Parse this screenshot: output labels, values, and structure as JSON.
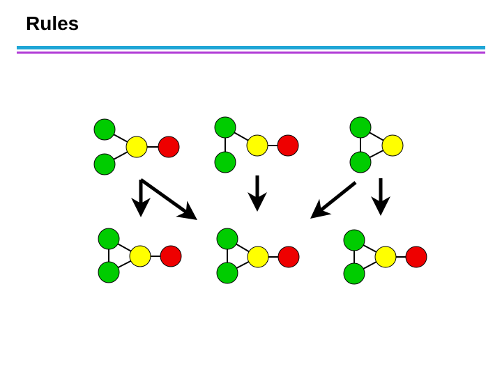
{
  "title": "Rules",
  "colors": {
    "rule_top": "#1fa6d6",
    "rule_bottom": "#b03ad6",
    "green": "#00cc00",
    "yellow": "#ffff00",
    "red": "#ee0000",
    "edge": "#000000",
    "arrow": "#000000"
  },
  "diagram": {
    "graphs": [
      {
        "id": "top-1",
        "nodes": [
          "green",
          "green",
          "yellow",
          "red"
        ],
        "edges": [
          [
            0,
            2
          ],
          [
            1,
            2
          ],
          [
            2,
            3
          ]
        ]
      },
      {
        "id": "top-2",
        "nodes": [
          "green",
          "green",
          "yellow",
          "red"
        ],
        "edges": [
          [
            0,
            1
          ],
          [
            0,
            2
          ],
          [
            2,
            3
          ]
        ]
      },
      {
        "id": "top-3",
        "nodes": [
          "green",
          "green",
          "yellow"
        ],
        "edges": [
          [
            0,
            1
          ],
          [
            0,
            2
          ],
          [
            1,
            2
          ]
        ]
      },
      {
        "id": "bottom-1",
        "nodes": [
          "green",
          "green",
          "yellow",
          "red"
        ],
        "edges": [
          [
            0,
            1
          ],
          [
            0,
            2
          ],
          [
            1,
            2
          ],
          [
            2,
            3
          ]
        ]
      },
      {
        "id": "bottom-2",
        "nodes": [
          "green",
          "green",
          "yellow",
          "red"
        ],
        "edges": [
          [
            0,
            1
          ],
          [
            0,
            2
          ],
          [
            1,
            2
          ],
          [
            2,
            3
          ]
        ]
      },
      {
        "id": "bottom-3",
        "nodes": [
          "green",
          "green",
          "yellow",
          "red"
        ],
        "edges": [
          [
            0,
            1
          ],
          [
            0,
            2
          ],
          [
            1,
            2
          ],
          [
            2,
            3
          ]
        ]
      }
    ],
    "arrows": [
      {
        "from": "top-1",
        "to": "bottom-1"
      },
      {
        "from": "top-1",
        "to": "bottom-2"
      },
      {
        "from": "top-2",
        "to": "bottom-2"
      },
      {
        "from": "top-3",
        "to": "bottom-2"
      },
      {
        "from": "top-3",
        "to": "bottom-3"
      }
    ]
  }
}
